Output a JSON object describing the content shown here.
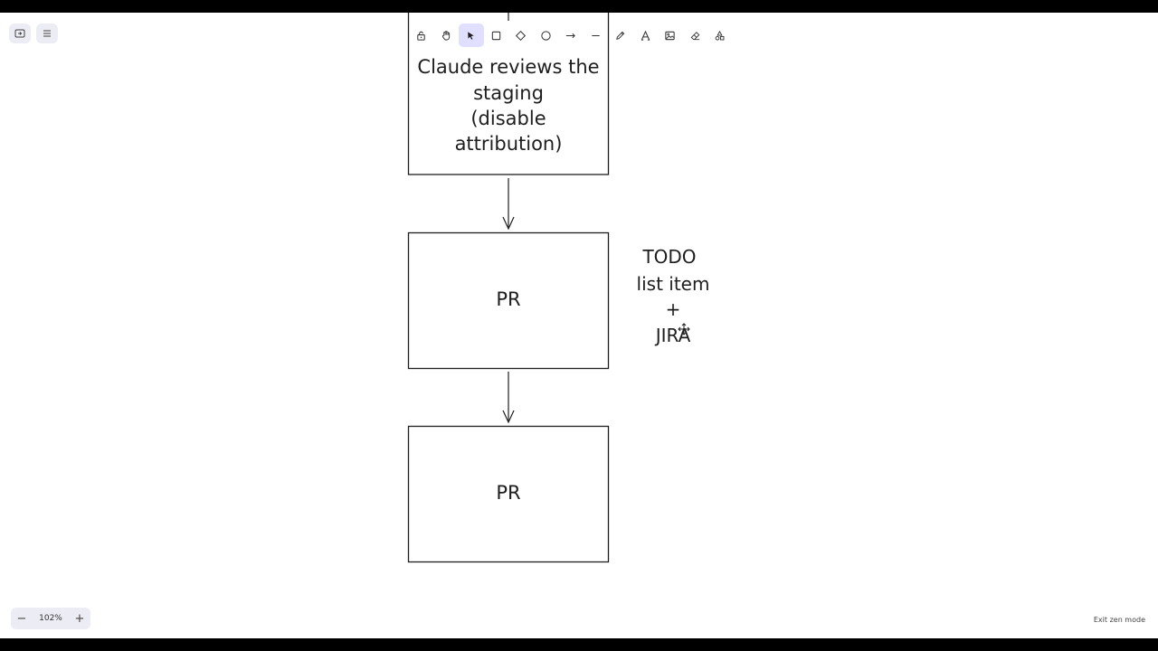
{
  "top_controls": {
    "library_icon": "sidebar-toggle-icon",
    "menu_icon": "hamburger-menu-icon"
  },
  "toolbar": {
    "tools": [
      {
        "name": "lock",
        "icon": "lock-icon",
        "active": false
      },
      {
        "name": "hand",
        "icon": "hand-icon",
        "active": false
      },
      {
        "name": "selection",
        "icon": "pointer-icon",
        "active": true
      },
      {
        "name": "rectangle",
        "icon": "rectangle-icon",
        "active": false
      },
      {
        "name": "diamond",
        "icon": "diamond-icon",
        "active": false
      },
      {
        "name": "ellipse",
        "icon": "ellipse-icon",
        "active": false
      },
      {
        "name": "arrow",
        "icon": "arrow-icon",
        "active": false
      },
      {
        "name": "line",
        "icon": "line-icon",
        "active": false
      },
      {
        "name": "draw",
        "icon": "pencil-icon",
        "active": false
      },
      {
        "name": "text",
        "icon": "text-icon",
        "active": false
      },
      {
        "name": "image",
        "icon": "image-icon",
        "active": false
      },
      {
        "name": "eraser",
        "icon": "eraser-icon",
        "active": false
      },
      {
        "name": "more-shapes",
        "icon": "shapes-icon",
        "active": false
      }
    ]
  },
  "canvas": {
    "box1": {
      "lines": [
        "Claude reviews the",
        "staging",
        "(disable",
        "attribution)"
      ]
    },
    "box2": {
      "label": "PR"
    },
    "box3": {
      "label": "PR"
    },
    "note": {
      "lines": [
        "TODO",
        "list item",
        "+",
        "JIRA"
      ]
    }
  },
  "footer": {
    "zoom_level": "102%",
    "zoom_out": "−",
    "zoom_in": "+",
    "exit_zen_label": "Exit zen mode"
  },
  "colors": {
    "stroke": "#1e1e1e",
    "active_tool_bg": "#e0dfff",
    "island_bg": "#ececf4"
  }
}
